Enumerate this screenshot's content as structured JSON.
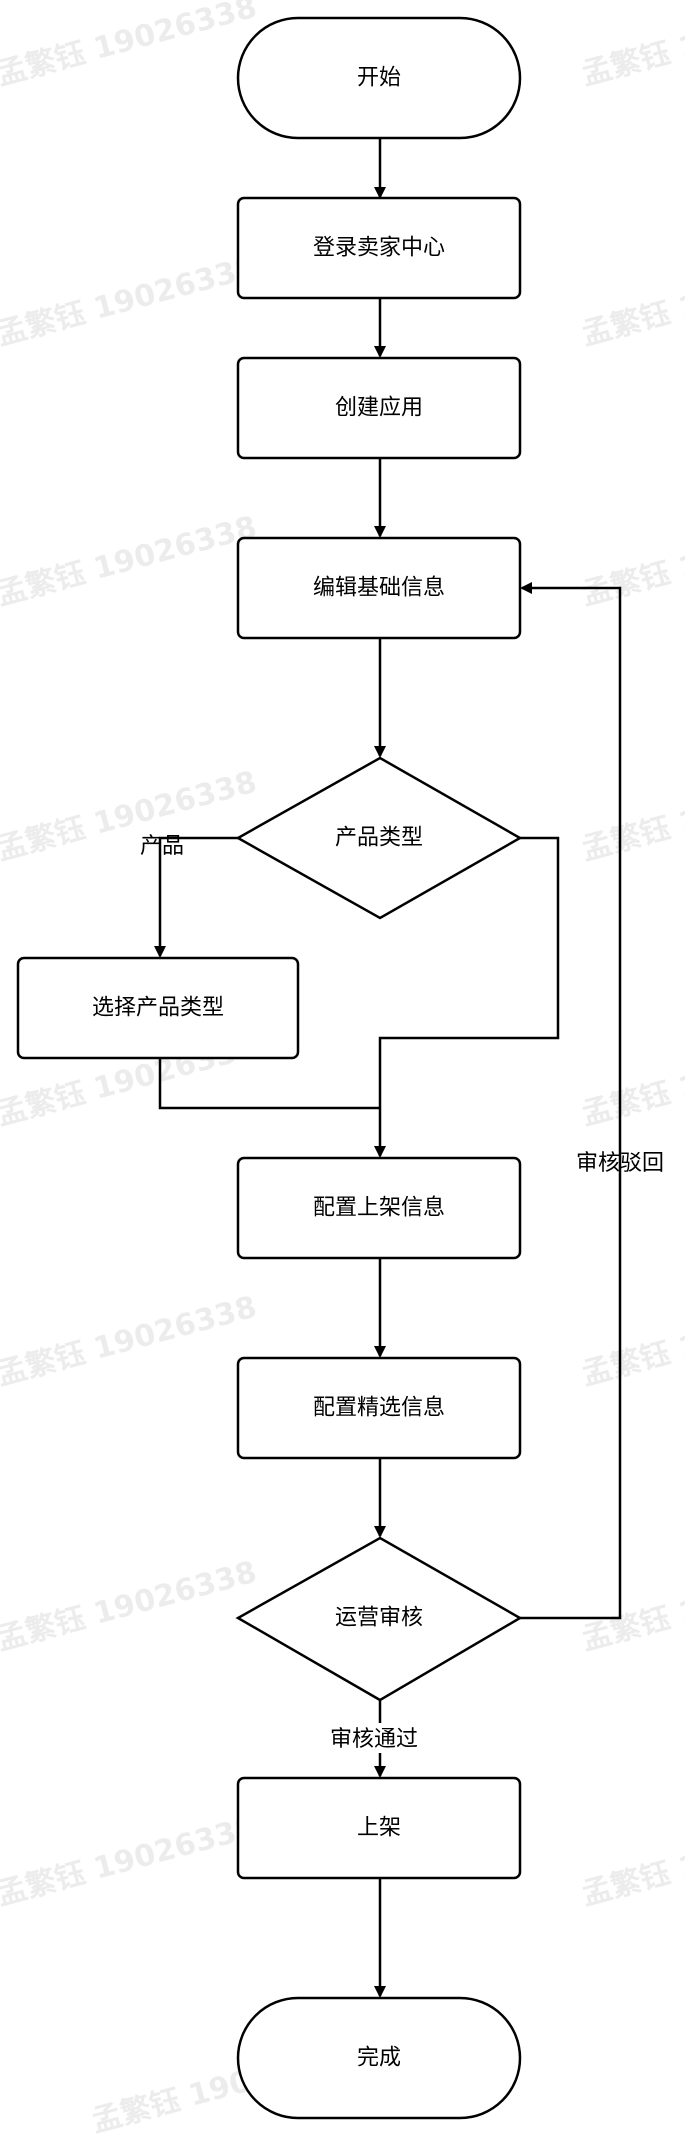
{
  "watermark": "孟繁钰 19026338",
  "nodes": {
    "start": "开始",
    "login": "登录卖家中心",
    "create_app": "创建应用",
    "edit_info": "编辑基础信息",
    "product_type_decision": "产品类型",
    "select_product_type": "选择产品类型",
    "config_listing": "配置上架信息",
    "config_featured": "配置精选信息",
    "ops_review": "运营审核",
    "listing": "上架",
    "done": "完成"
  },
  "edge_labels": {
    "product": "产品",
    "review_rejected": "审核驳回",
    "review_passed": "审核通过"
  }
}
